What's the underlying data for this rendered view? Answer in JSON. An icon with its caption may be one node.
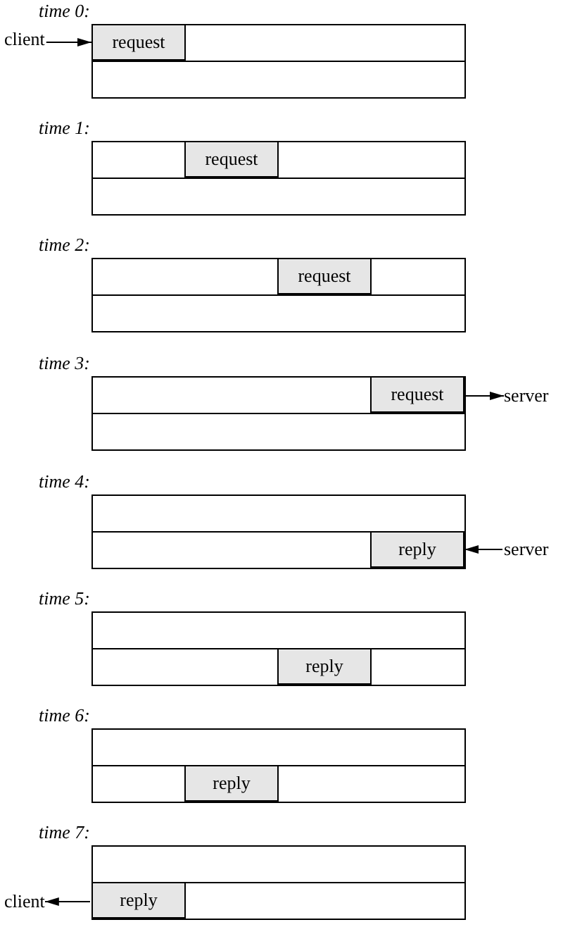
{
  "diagram": {
    "nodes": [
      {
        "text": [
          "time 0:"
        ]
      },
      {
        "text": [
          "client"
        ]
      },
      {
        "text": [
          "request"
        ],
        "in": 0
      },
      {
        "text": [
          "time 1:"
        ]
      },
      {
        "text": [
          "request"
        ],
        "in": 3
      },
      {
        "text": [
          "time 2:"
        ]
      },
      {
        "text": [
          "request"
        ],
        "in": 5
      },
      {
        "text": [
          "time 3:"
        ]
      },
      {
        "text": [
          "request"
        ],
        "in": 7
      },
      {
        "text": [
          "server"
        ]
      },
      {
        "text": [
          "time 4:"
        ]
      },
      {
        "text": [
          "reply"
        ],
        "in": 10
      },
      {
        "text": [
          "server"
        ]
      },
      {
        "text": [
          "time 5:"
        ]
      },
      {
        "text": [
          "reply"
        ],
        "in": 13
      },
      {
        "text": [
          "time 6:"
        ]
      },
      {
        "text": [
          "reply"
        ],
        "in": 15
      },
      {
        "text": [
          "time 7:"
        ]
      },
      {
        "text": [
          "client"
        ]
      },
      {
        "text": [
          "reply"
        ],
        "in": 17
      }
    ],
    "edges": [
      {
        "from": 1,
        "to": 2,
        "arrow": "to"
      },
      {
        "from": 8,
        "to": 9,
        "arrow": "to"
      },
      {
        "from": 12,
        "to": 11,
        "arrow": "to"
      },
      {
        "from": 19,
        "to": 18,
        "arrow": "to"
      }
    ]
  }
}
